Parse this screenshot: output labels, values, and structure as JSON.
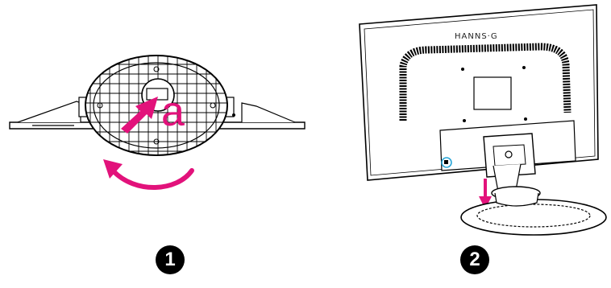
{
  "panel1": {
    "callout_letter": "a",
    "step_number": "1"
  },
  "panel2": {
    "brand_text": "HANNS·G",
    "step_number": "2"
  },
  "colors": {
    "accent": "#e2127b",
    "line": "#000000",
    "highlight": "#2aa7d8"
  },
  "icons": [
    "curved-rotate-arrow-icon",
    "push-arrow-icon",
    "down-arrow-icon"
  ]
}
